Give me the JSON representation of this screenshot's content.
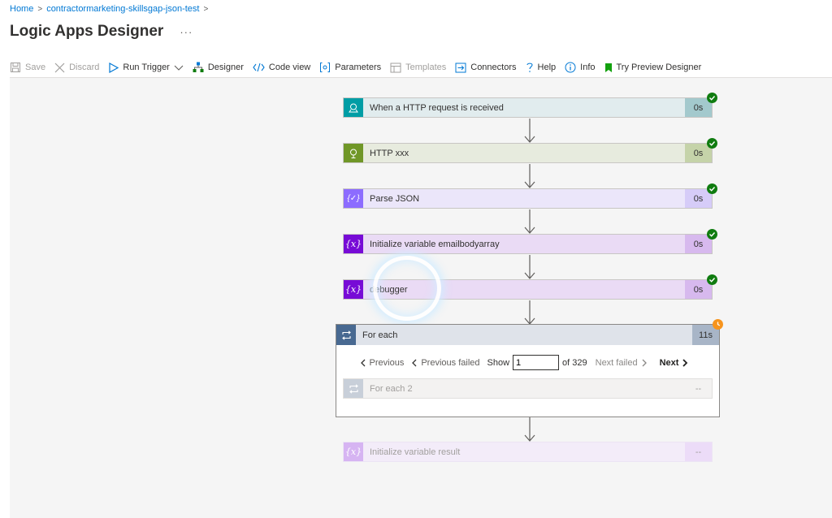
{
  "breadcrumb": {
    "home": "Home",
    "resource": "contractormarketing-skillsgap-json-test",
    "separator": ">"
  },
  "page": {
    "title": "Logic Apps Designer",
    "more": "···"
  },
  "toolbar": {
    "save": "Save",
    "discard": "Discard",
    "run_trigger": "Run Trigger",
    "designer": "Designer",
    "code_view": "Code view",
    "parameters": "Parameters",
    "templates": "Templates",
    "connectors": "Connectors",
    "help": "Help",
    "info": "Info",
    "try_preview": "Try Preview Designer"
  },
  "colors": {
    "accent": "#0078d4",
    "success": "#107c10",
    "warning": "#f7941d"
  },
  "steps": [
    {
      "label": "When a HTTP request is received",
      "duration": "0s",
      "status": "succeeded",
      "icon": "http-request-icon"
    },
    {
      "label": "HTTP xxx",
      "duration": "0s",
      "status": "succeeded",
      "icon": "http-icon"
    },
    {
      "label": "Parse JSON",
      "duration": "0s",
      "status": "succeeded",
      "icon": "parse-json-icon"
    },
    {
      "label": "Initialize variable emailbodyarray",
      "duration": "0s",
      "status": "succeeded",
      "icon": "variable-icon"
    },
    {
      "label": "debugger",
      "duration": "0s",
      "status": "succeeded",
      "icon": "variable-icon"
    }
  ],
  "foreach": {
    "label": "For each",
    "duration": "11s",
    "status": "running",
    "pager": {
      "previous": "Previous",
      "previous_failed": "Previous failed",
      "show": "Show",
      "current": "1",
      "of": "of 329",
      "next_failed": "Next failed",
      "next": "Next"
    },
    "inner": {
      "label": "For each 2",
      "duration": "--"
    }
  },
  "final_step": {
    "label": "Initialize variable result",
    "duration": "--"
  }
}
